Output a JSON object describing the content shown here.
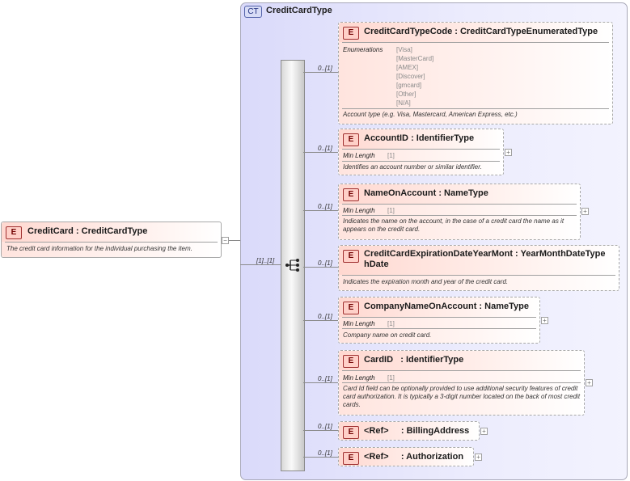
{
  "complex_type": {
    "badge": "CT",
    "title": "CreditCardType"
  },
  "root": {
    "badge": "E",
    "name": "CreditCard",
    "type": ": CreditCardType",
    "doc": "The credit card information for the individual purchasing the item.",
    "collapse": "−"
  },
  "sequence_multiplicity": "[1]..[1]",
  "elements": [
    {
      "badge": "E",
      "name": "CreditCardTypeCode",
      "type": ": CreditCardTypeEnumeratedType",
      "multiplicity": "0..[1]",
      "facet_label": "Enumerations",
      "facet_values": [
        "[Visa]",
        "[MasterCard]",
        "[AMEX]",
        "[Discover]",
        "[gmcard]",
        "[Other]",
        "[N/A]"
      ],
      "doc": "Account type (e.g. Visa, Mastercard, American Express, etc.)"
    },
    {
      "badge": "E",
      "name": "AccountID",
      "type": ": IdentifierType",
      "multiplicity": "0..[1]",
      "facet_label": "Min Length",
      "facet_value": "[1]",
      "doc": "Identifies an account number or similar identifier.",
      "expand": "+"
    },
    {
      "badge": "E",
      "name": "NameOnAccount",
      "type": ": NameType",
      "multiplicity": "0..[1]",
      "facet_label": "Min Length",
      "facet_value": "[1]",
      "doc": "Indicates the name on the account, in the case of a credit card the name as it appears on the credit card.",
      "expand": "+"
    },
    {
      "badge": "E",
      "name_line1": "CreditCardExpirationDateYearMont",
      "name_line2": "hDate",
      "type": ": YearMonthDateType",
      "multiplicity": "0..[1]",
      "doc": "Indicates the expiration month and year of the credit card."
    },
    {
      "badge": "E",
      "name": "CompanyNameOnAccount",
      "type": ": NameType",
      "multiplicity": "0..[1]",
      "facet_label": "Min Length",
      "facet_value": "[1]",
      "doc": "Company name on credit card.",
      "expand": "+"
    },
    {
      "badge": "E",
      "name": "CardID",
      "type": ": IdentifierType",
      "multiplicity": "0..[1]",
      "facet_label": "Min Length",
      "facet_value": "[1]",
      "doc": "Card Id field can be optionally provided to use additional security features of credit card authorization. It is typically a 3-digit number located on the back of most credit cards.",
      "expand": "+"
    },
    {
      "badge": "E",
      "name": "<Ref>",
      "type": ": BillingAddress",
      "multiplicity": "0..[1]",
      "expand": "+"
    },
    {
      "badge": "E",
      "name": "<Ref>",
      "type": ": Authorization",
      "multiplicity": "0..[1]",
      "expand": "+"
    }
  ]
}
